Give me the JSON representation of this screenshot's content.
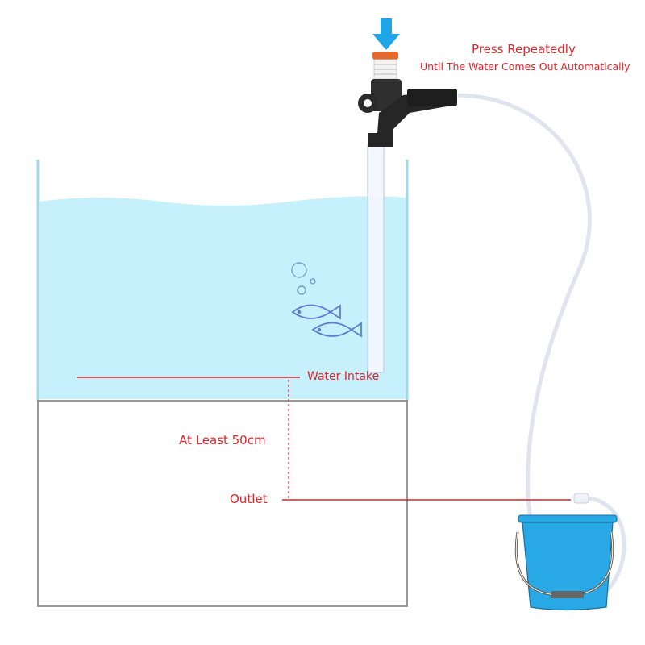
{
  "labels": {
    "press": "Press Repeatedly",
    "until": "Until The Water Comes Out Automatically",
    "water_intake": "Water Intake",
    "at_least": "At Least 50cm",
    "outlet": "Outlet"
  },
  "colors": {
    "annotation": "#e0242a",
    "water": "#c6f0fb",
    "arrow": "#1ea6e8",
    "bucket": "#29a8e6",
    "fish": "#5a7fd0"
  }
}
